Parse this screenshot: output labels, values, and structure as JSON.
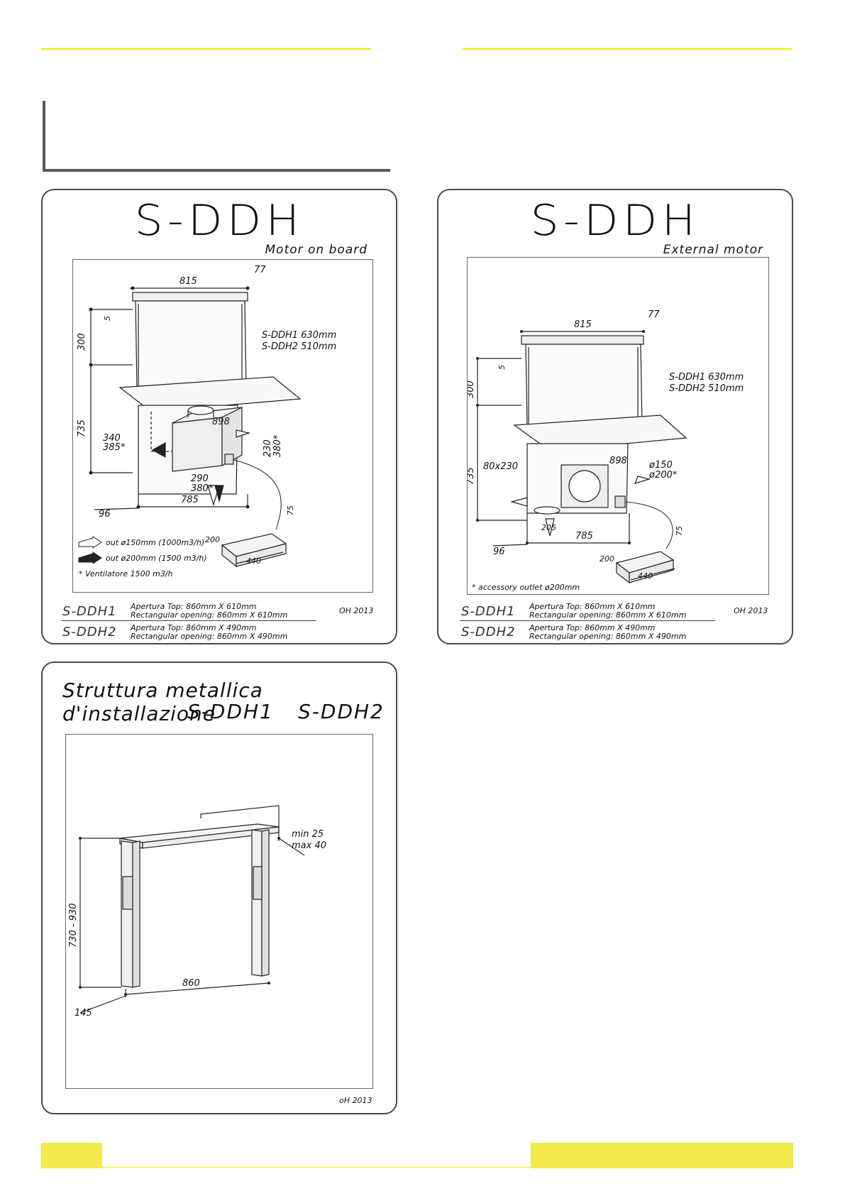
{
  "colors": {
    "accent_yellow": "#f2e700",
    "footer_yellow": "#f2e94a",
    "frame_gray": "#4a4a4a"
  },
  "panel_left": {
    "title": "S-DDH",
    "subtitle": "Motor on board",
    "dims": {
      "top_width": "815",
      "top_depth": "77",
      "lip": "5",
      "height_upper": "300",
      "ddh1": "S-DDH1  630mm",
      "ddh2": "S-DDH2  510mm",
      "hob_width": "898",
      "lower_height": "735",
      "side_340": "340",
      "side_385": "385*",
      "motor_230": "230",
      "motor_380": "380*",
      "motor_290": "290",
      "motor_380b": "380*",
      "base_96": "96",
      "base_785": "785",
      "box_75": "75",
      "box_200": "200",
      "box_440": "440"
    },
    "legend": {
      "out150": "out ø150mm (1000m3/h)",
      "out200": "out ø200mm (1500 m3/h)",
      "fan": "* Ventilatore 1500 m3/h"
    },
    "stamp": "OH 2013",
    "specs": [
      {
        "model": "S-DDH1",
        "line1": "Apertura Top: 860mm X 610mm",
        "line2": "Rectangular opening: 860mm X 610mm"
      },
      {
        "model": "S-DDH2",
        "line1": "Apertura Top: 860mm X 490mm",
        "line2": "Rectangular opening: 860mm X 490mm"
      }
    ]
  },
  "panel_right": {
    "title": "S-DDH",
    "subtitle": "External motor",
    "dims": {
      "top_width": "815",
      "top_depth": "77",
      "lip": "5",
      "height_upper": "300",
      "ddh1": "S-DDH1  630mm",
      "ddh2": "S-DDH2  510mm",
      "hob_width": "898",
      "lower_height": "735",
      "side_opening": "80x230",
      "d150": "ø150",
      "d200": "ø200*",
      "base_96": "96",
      "base_785": "785",
      "box_75": "75",
      "box_200": "200",
      "box_440": "440",
      "small_205": "205"
    },
    "legend": {
      "accessory": "* accessory outlet ø200mm"
    },
    "stamp": "OH 2013",
    "specs": [
      {
        "model": "S-DDH1",
        "line1": "Apertura Top: 860mm X 610mm",
        "line2": "Rectangular opening: 860mm X 610mm"
      },
      {
        "model": "S-DDH2",
        "line1": "Apertura Top: 860mm X 490mm",
        "line2": "Rectangular opening: 860mm X 490mm"
      }
    ]
  },
  "panel_struct": {
    "title": "Struttura metallica d'installazione",
    "sub1": "S-DDH1",
    "sub2": "S-DDH2",
    "dims": {
      "min": "min 25",
      "max": "max 40",
      "height": "730 - 930",
      "width": "860",
      "base": "145"
    },
    "stamp": "oH 2013"
  }
}
